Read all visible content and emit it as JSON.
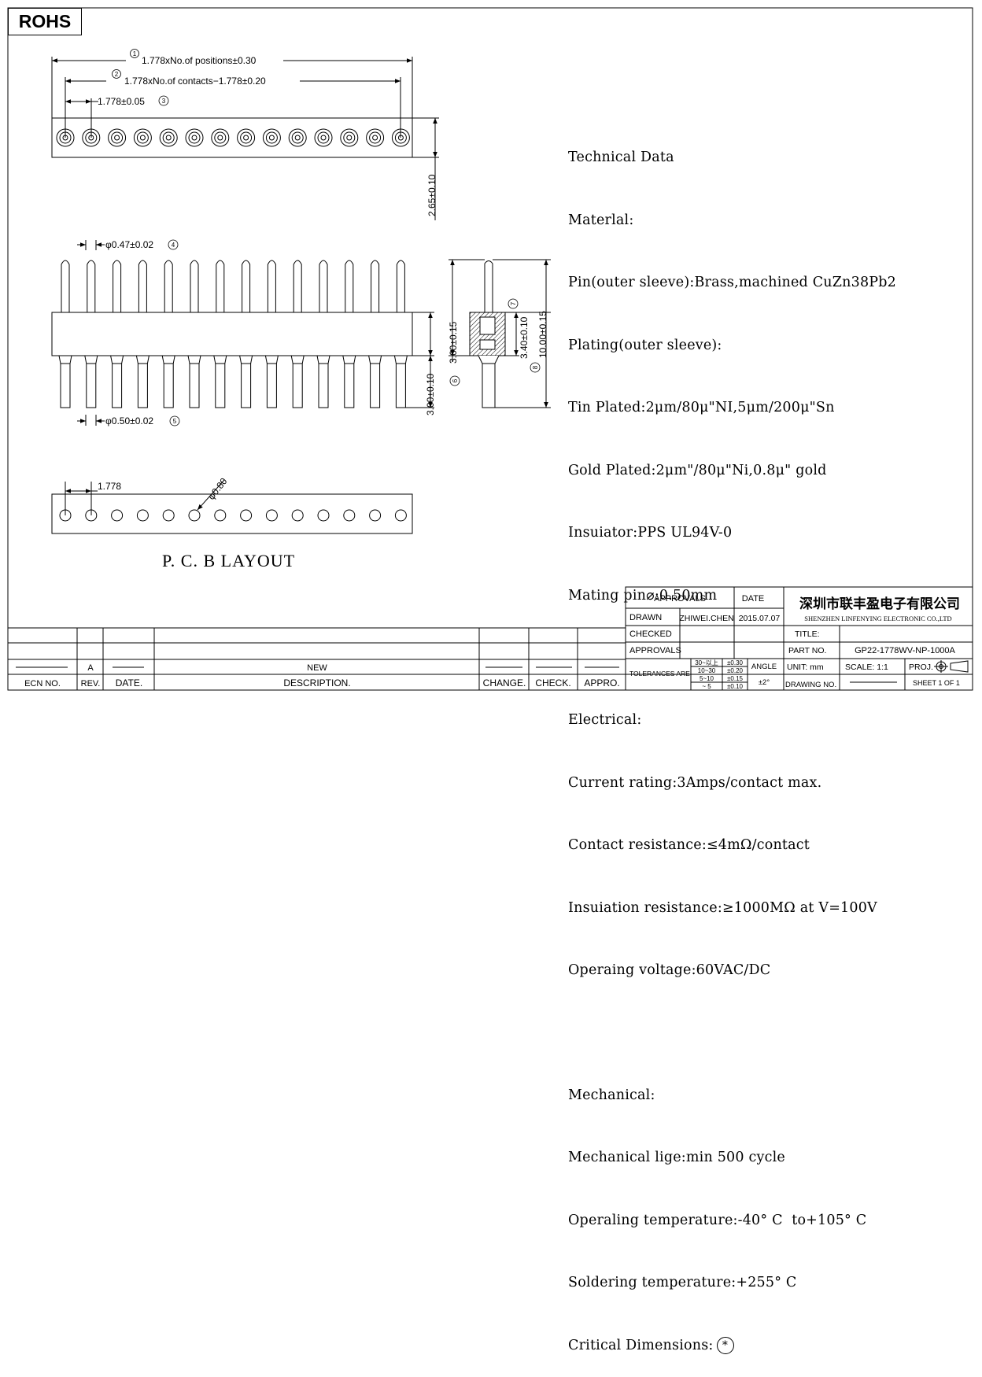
{
  "badge": "ROHS",
  "dimensions": {
    "d1_num": "1",
    "d1": "1.778xNo.of positions±0.30",
    "d2_num": "2",
    "d2": "1.778xNo.of contacts−1.778±0.20",
    "d3": "1.778±0.05",
    "d3_num": "3",
    "height_top": "2.65±0.10",
    "d4": "φ0.47±0.02",
    "d4_num": "4",
    "d5": "φ0.50±0.02",
    "d5_num": "5",
    "h_360": "3.60±0.15",
    "h_360_num": "6",
    "h_300": "3.00±0.10",
    "h_340": "3.40±0.10",
    "h_340_num": "7",
    "h_1000": "10.00±0.15",
    "h_1000_num": "8",
    "pcb_pitch": "1.778",
    "pcb_hole": "φ0.80"
  },
  "pcb_title": "P. C. B LAYOUT",
  "tech": {
    "title": "Technical Data",
    "material_head": "Materlal:",
    "pin": "Pin(outer sleeve):Brass,machined CuZn38Pb2",
    "plating_head": "Plating(outer sleeve):",
    "tin": "Tin Plated:2μm/80μ\"NI,5μm/200μ\"Sn",
    "gold": "Gold Plated:2μm\"/80μ\"Ni,0.8μ\" gold",
    "insulator": "Insuiator:PPS UL94V-0",
    "mating": "Mating pin⌀:0.50mm",
    "electrical_head": "Electrical:",
    "current": "Current rating:3Amps/contact max.",
    "contact_res": "Contact resistance:≤4mΩ/contact",
    "insul_res": "Insuiation resistance:≥1000MΩ at V=100V",
    "voltage": "Operaing voltage:60VAC/DC",
    "mechanical_head": "Mechanical:",
    "life": "Mechanical lige:min 500 cycle",
    "op_temp": "Operaling temperature:-40° C  to+105° C",
    "solder": "Soldering temperature:+255° C",
    "critical": "Critical Dimensions:"
  },
  "revision": {
    "rev": "A",
    "desc": "NEW",
    "headers": {
      "ecn": "ECN NO.",
      "rev": "REV.",
      "date": "DATE.",
      "desc": "DESCRIPTION.",
      "change": "CHANGE.",
      "check": "CHECK.",
      "appro": "APPRO."
    }
  },
  "title_block": {
    "approvals": "APPROVALS",
    "date_label": "DATE",
    "drawn": "DRAWN",
    "drawn_by": "ZHIWEI.CHEN",
    "drawn_date": "2015.07.07",
    "checked": "CHECKED",
    "approvals2": "APPROVALS",
    "tolerances": "TOLERANCES ARE",
    "tol_ranges": [
      "30~以上",
      "10~30",
      "5~10",
      "~ 5"
    ],
    "tol_values": [
      "±0.30",
      "±0.20",
      "±0.15",
      "±0.10"
    ],
    "angle": "ANGLE",
    "angle_value": "±2°",
    "company_cn": "深圳市联丰盈电子有限公司",
    "company_en": "SHENZHEN LINFENYING ELECTRONIC CO.,LTD",
    "title_label": "TITLE:",
    "part_label": "PART NO.",
    "part_no": "GP22-1778WV-NP-1000A",
    "unit": "UNIT: mm",
    "scale": "SCALE:  1:1",
    "proj": "PROJ.",
    "drawing_no": "DRAWING NO.",
    "sheet": "SHEET  1 OF 1"
  }
}
